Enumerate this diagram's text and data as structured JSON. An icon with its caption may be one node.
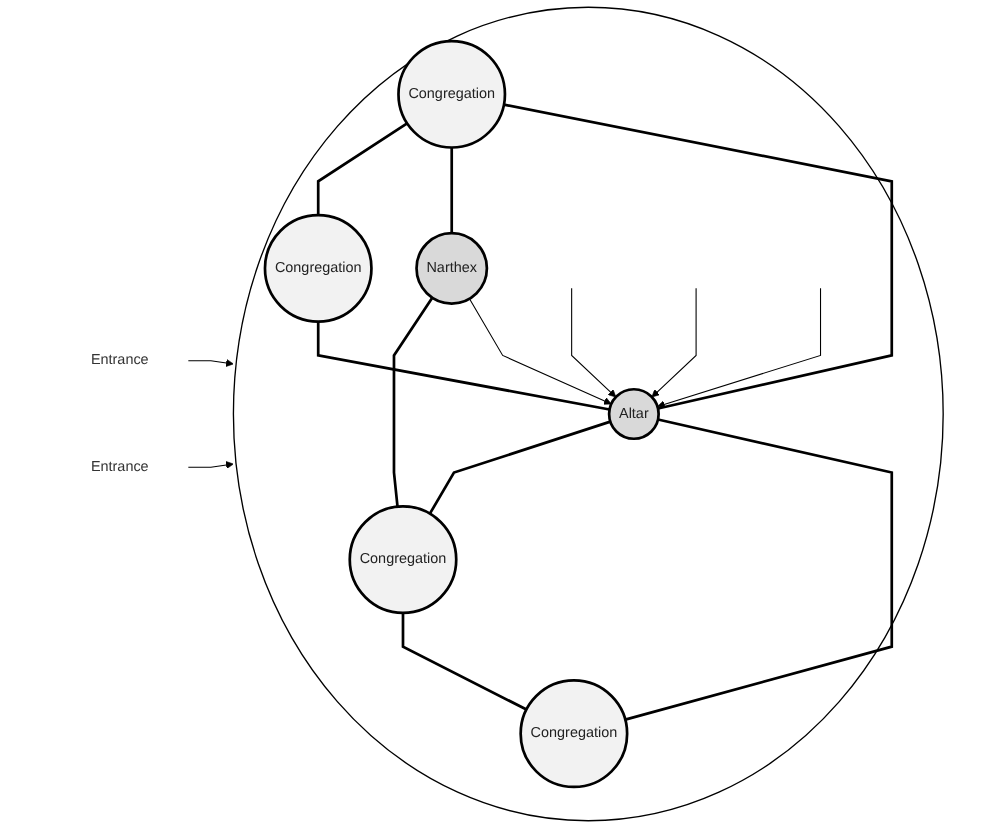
{
  "diagram": {
    "nodes": [
      {
        "text": [],
        "shape": "ellipse"
      },
      {
        "text": [
          "Congregation"
        ],
        "in": 0
      },
      {
        "text": [
          "Congregation"
        ],
        "in": 0
      },
      {
        "text": [
          "Narthex"
        ],
        "in": 0
      },
      {
        "text": [
          "Altar"
        ],
        "in": 0
      },
      {
        "text": [
          "Congregation"
        ],
        "in": 0
      },
      {
        "text": [
          "Congregation"
        ],
        "in": 0
      },
      {
        "text": [
          "Entrance"
        ]
      },
      {
        "text": [
          "Entrance"
        ]
      }
    ],
    "edges": [
      {
        "from": 1,
        "to": 2,
        "arrow": "none"
      },
      {
        "from": 1,
        "to": 3,
        "arrow": "none"
      },
      {
        "from": 1,
        "to": 4,
        "arrow": "none"
      },
      {
        "from": 2,
        "to": 4,
        "arrow": "none"
      },
      {
        "from": 3,
        "to": 5,
        "arrow": "none"
      },
      {
        "from": 4,
        "to": 5,
        "arrow": "none"
      },
      {
        "from": 4,
        "to": 6,
        "arrow": "none"
      },
      {
        "from": 5,
        "to": 6,
        "arrow": "none"
      },
      {
        "from": null,
        "to": 4,
        "arrow": "to"
      },
      {
        "from": 3,
        "to": 4,
        "arrow": "to"
      },
      {
        "from": null,
        "to": 4,
        "arrow": "to"
      },
      {
        "from": null,
        "to": 4,
        "arrow": "to"
      },
      {
        "from": 7,
        "to": 0,
        "arrow": "to"
      },
      {
        "from": 8,
        "to": 0,
        "arrow": "to"
      }
    ]
  }
}
